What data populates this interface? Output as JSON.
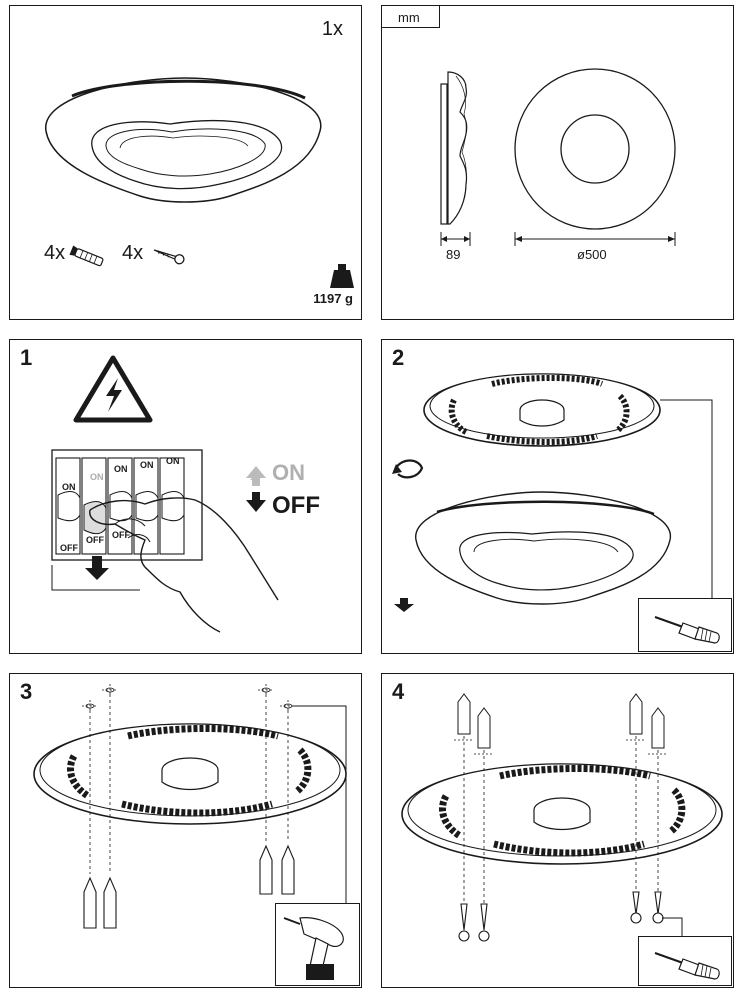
{
  "contents_panel": {
    "quantity_lamp": "1x",
    "quantity_dowels": "4x",
    "quantity_screws": "4x",
    "weight": "1197 g"
  },
  "dimensions_panel": {
    "unit": "mm",
    "depth": "89",
    "diameter": "ø500"
  },
  "step1": {
    "number": "1",
    "switch_on_labels": [
      "ON",
      "ON",
      "ON",
      "ON",
      "ON"
    ],
    "switch_off_labels": [
      "OFF",
      "OFF",
      "OFF"
    ],
    "legend_on": "ON",
    "legend_off": "OFF"
  },
  "step2": {
    "number": "2"
  },
  "step3": {
    "number": "3"
  },
  "step4": {
    "number": "4"
  }
}
